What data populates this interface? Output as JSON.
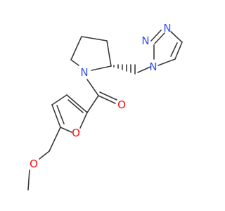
{
  "colors": {
    "background": "#ffffff",
    "bond": "#3a3a3a",
    "nitrogen": "#3050f8",
    "oxygen": "#ff0d0d"
  },
  "atoms": [
    {
      "id": "a1",
      "label": "N",
      "element": "nitrogen"
    },
    {
      "id": "a2",
      "label": "N",
      "element": "nitrogen"
    },
    {
      "id": "a3",
      "label": "N",
      "element": "nitrogen"
    },
    {
      "id": "a4",
      "label": "N",
      "element": "nitrogen"
    },
    {
      "id": "a5",
      "label": "O",
      "element": "oxygen"
    },
    {
      "id": "a6",
      "label": "O",
      "element": "oxygen"
    },
    {
      "id": "a7",
      "label": "O",
      "element": "oxygen"
    }
  ]
}
